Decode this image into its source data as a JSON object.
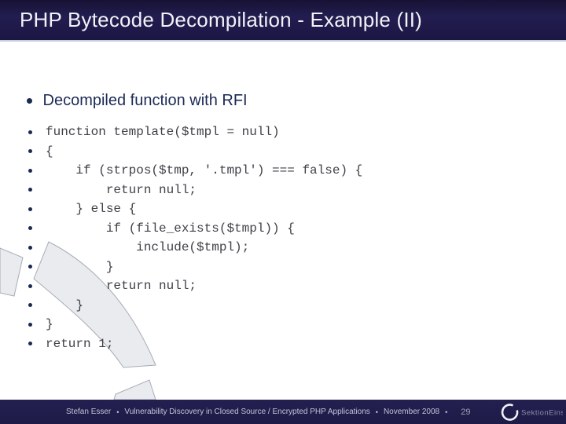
{
  "slide": {
    "title": "PHP Bytecode Decompilation - Example (II)",
    "heading": "Decompiled function with RFI",
    "code_lines": [
      "function template($tmpl = null)",
      "{",
      "    if (strpos($tmp, '.tmpl') === false) {",
      "        return null;",
      "    } else {",
      "        if (file_exists($tmpl)) {",
      "            include($tmpl);",
      "        }",
      "        return null;",
      "    }",
      "}",
      "return 1;"
    ],
    "footer": {
      "author": "Stefan Esser",
      "separator": "•",
      "subject": "Vulnerability Discovery in Closed Source / Encrypted PHP Applications",
      "date": "November 2008",
      "page_number": "29",
      "logo_text": "SektionEins"
    }
  },
  "colors": {
    "header_bg": "#1b1642",
    "header_bg_dark": "#171234",
    "header_bg_light": "#221d50",
    "separator_line": "#c7cfdf",
    "heading_text": "#1c2a55",
    "code_text": "#3f3f48",
    "bullet": "#1b2a52",
    "footer_bg": "#1e1b48",
    "footer_bg_light": "#232050",
    "footer_text": "#c2c5d6",
    "page_number": "#9ea2b5",
    "logo_ring": "#f2f3f7",
    "logo_text": "#8b90a9",
    "arc_fill": "#e9ebee",
    "arc_stroke": "#a7adb6"
  }
}
